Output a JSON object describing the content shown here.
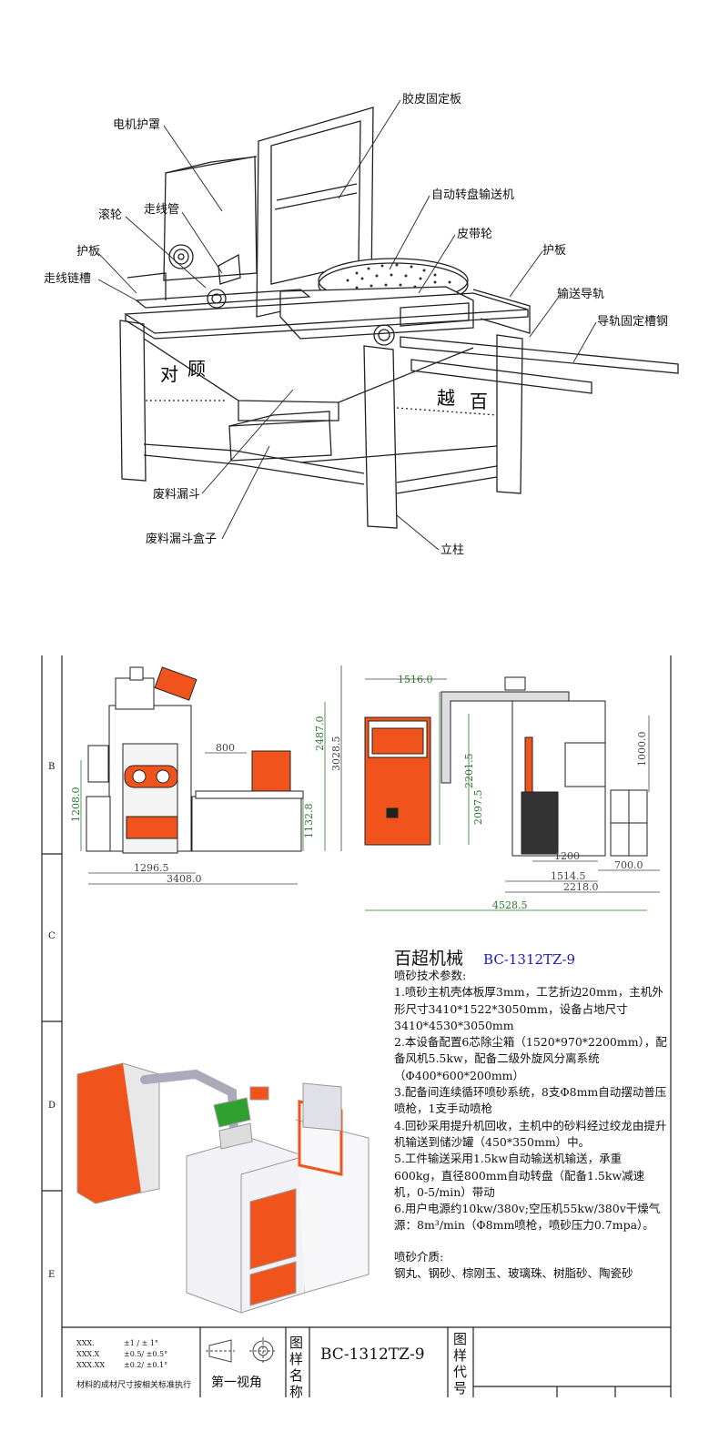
{
  "diagram_top": {
    "labels": {
      "motor_cover": "电机护罩",
      "wire_tube": "走线管",
      "roller": "滚轮",
      "guard_left": "护板",
      "wire_chain": "走线链槽",
      "rubber_plate": "胶皮固定板",
      "turntable": "自动转盘输送机",
      "belt_wheel": "皮带轮",
      "guard_right": "护板",
      "conveyor_rail": "输送导轨",
      "rail_channel": "导轨固定槽钢",
      "waste_hopper": "废料漏斗",
      "waste_box": "废料漏斗盒子",
      "column": "立柱",
      "side_mark_left_a": "对",
      "side_mark_left_b": "顾",
      "side_mark_right_a": "越",
      "side_mark_right_b": "百"
    }
  },
  "drawing": {
    "row_labels": [
      "B",
      "C",
      "D",
      "E"
    ],
    "front_view_dims": {
      "d800": "800",
      "d1208": "1208.0",
      "d1132": "1132.8",
      "d2487": "2487.0",
      "d3028": "3028.5",
      "d1296": "1296.5",
      "d3408": "3408.0"
    },
    "side_view_dims": {
      "d1516": "1516.0",
      "d2201": "2201.5",
      "d2097": "2097.5",
      "d1000": "1000.0",
      "d1200": "1200",
      "d1514": "1514.5",
      "d700": "700.0",
      "d2218": "2218.0",
      "d4528": "4528.5"
    },
    "colors": {
      "orange": "#f0541c",
      "dim_green": "#2a7a2a",
      "model_blue": "#1a1ac8"
    }
  },
  "spec": {
    "company": "百超机械",
    "model": "BC-1312TZ-9",
    "heading": "喷砂技术参数:",
    "items": [
      "1.喷砂主机壳体板厚3mm，工艺折边20mm，主机外形尺寸3410*1522*3050mm，设备占地尺寸3410*4530*3050mm",
      "2.本设备配置6芯除尘箱（1520*970*2200mm），配备风机5.5kw，配备二级外旋风分离系统（Φ400*600*200mm）",
      "3.配备间连续循环喷砂系统，8支Φ8mm自动摆动普压喷枪，1支手动喷枪",
      "4.回砂采用提升机回收，主机中的砂料经过绞龙由提升机输送到储沙罐（450*350mm）中。",
      "5.工件输送采用1.5kw自动输送机输送，承重600kg，直径800mm自动转盘（配备1.5kw减速机，0-5/min）带动",
      "6.用户电源约10kw/380v;空压机55kw/380v干燥气源：8m³/min（Φ8mm喷枪，喷砂压力0.7mpa）。"
    ],
    "media_heading": "喷砂介质:",
    "media": "钢丸、钢砂、棕刚玉、玻璃珠、树脂砂、陶瓷砂"
  },
  "title_block": {
    "tol1_label": "XXX.",
    "tol1_val": "±1  / ± 1°",
    "tol2_label": "XXX.X",
    "tol2_val": "±0.5/ ±0.5°",
    "tol3_label": "XXX.XX",
    "tol3_val": "±0.2/ ±0.1°",
    "material_note": "材料的成材尺寸按相关标准执行",
    "projection": "第一视角",
    "drawing_name_label": "图样名称",
    "drawing_name": "BC-1312TZ-9",
    "drawing_code_label": "图样代号"
  }
}
